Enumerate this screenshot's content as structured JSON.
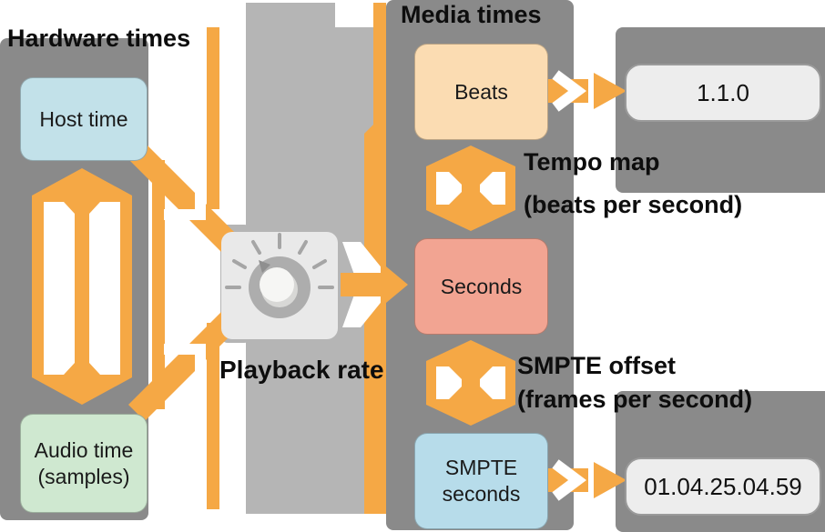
{
  "groups": {
    "hardware_times": {
      "label": "Hardware times"
    },
    "media_times": {
      "label": "Media times"
    }
  },
  "boxes": {
    "host_time": {
      "label": "Host time"
    },
    "audio_time": {
      "line1": "Audio time",
      "line2": "(samples)"
    },
    "beats": {
      "label": "Beats"
    },
    "seconds": {
      "label": "Seconds"
    },
    "smpte_seconds": {
      "line1": "SMPTE",
      "line2": "seconds"
    }
  },
  "knob": {
    "label": "Playback rate",
    "icon": "rate-knob-icon"
  },
  "converters": {
    "tempo_map": {
      "line1": "Tempo map",
      "line2": "(beats per second)"
    },
    "smpte_offset": {
      "line1": "SMPTE offset",
      "line2": "(frames per second)"
    }
  },
  "displays": {
    "bar_beat": {
      "value": "1.1.0"
    },
    "smpte": {
      "value": "01.04.25.04.59"
    }
  },
  "colors": {
    "arrow_orange": "#F5A845",
    "panel_dark": "#8A8A8A",
    "panel_light": "#B5B5B5",
    "host_blue": "#C2E1E9",
    "audio_green": "#CFE8D0",
    "beats_peach": "#FBDCB2",
    "seconds_salmon": "#F2A492",
    "smpte_blue": "#B7DCEA",
    "display_bg": "#EDEDED",
    "knob_plate": "#E9E9E9"
  }
}
